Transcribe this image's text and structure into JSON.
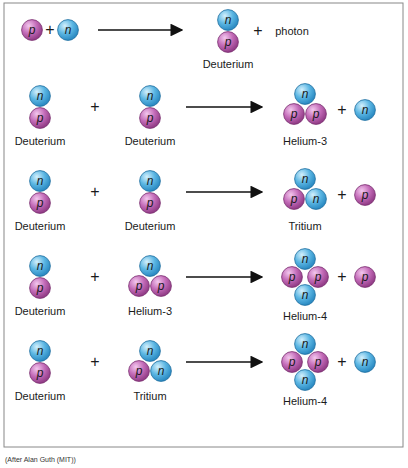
{
  "diagram": {
    "nodes": [
      {
        "text": [
          "p"
        ]
      },
      {
        "text": [
          "n"
        ]
      },
      {
        "text": [
          "n"
        ]
      },
      {
        "text": [
          "p"
        ]
      },
      {
        "text": [
          "n"
        ]
      },
      {
        "text": [
          "p"
        ]
      },
      {
        "text": [
          "n"
        ]
      },
      {
        "text": [
          "p"
        ]
      },
      {
        "text": [
          "n"
        ]
      },
      {
        "text": [
          "p"
        ]
      },
      {
        "text": [
          "p"
        ]
      },
      {
        "text": [
          "n"
        ]
      },
      {
        "text": [
          "n"
        ]
      },
      {
        "text": [
          "p"
        ]
      },
      {
        "text": [
          "n"
        ]
      },
      {
        "text": [
          "p"
        ]
      },
      {
        "text": [
          "n"
        ]
      },
      {
        "text": [
          "p"
        ]
      },
      {
        "text": [
          "n"
        ]
      },
      {
        "text": [
          "p"
        ]
      },
      {
        "text": [
          "n"
        ]
      },
      {
        "text": [
          "p"
        ]
      },
      {
        "text": [
          "n"
        ]
      },
      {
        "text": [
          "p"
        ]
      },
      {
        "text": [
          "p"
        ]
      },
      {
        "text": [
          "n"
        ]
      },
      {
        "text": [
          "p"
        ]
      },
      {
        "text": [
          "p"
        ]
      },
      {
        "text": [
          "n"
        ]
      },
      {
        "text": [
          "p"
        ]
      },
      {
        "text": [
          "n"
        ]
      },
      {
        "text": [
          "p"
        ]
      },
      {
        "text": [
          "n"
        ]
      },
      {
        "text": [
          "p"
        ]
      },
      {
        "text": [
          "n"
        ]
      },
      {
        "text": [
          "n"
        ]
      },
      {
        "text": [
          "p"
        ]
      },
      {
        "text": [
          "p"
        ]
      },
      {
        "text": [
          "n"
        ]
      },
      {
        "text": [
          "n"
        ]
      }
    ],
    "labels": [
      "+",
      "+",
      "photon",
      "Deuterium",
      "Deuterium",
      "+",
      "Deuterium",
      "Helium-3",
      "+",
      "Deuterium",
      "+",
      "Deuterium",
      "Tritium",
      "+",
      "Deuterium",
      "+",
      "Helium-3",
      "Helium-4",
      "+",
      "Deuterium",
      "+",
      "Tritium",
      "Helium-4",
      "+",
      "(After Alan Guth (MIT))"
    ]
  }
}
